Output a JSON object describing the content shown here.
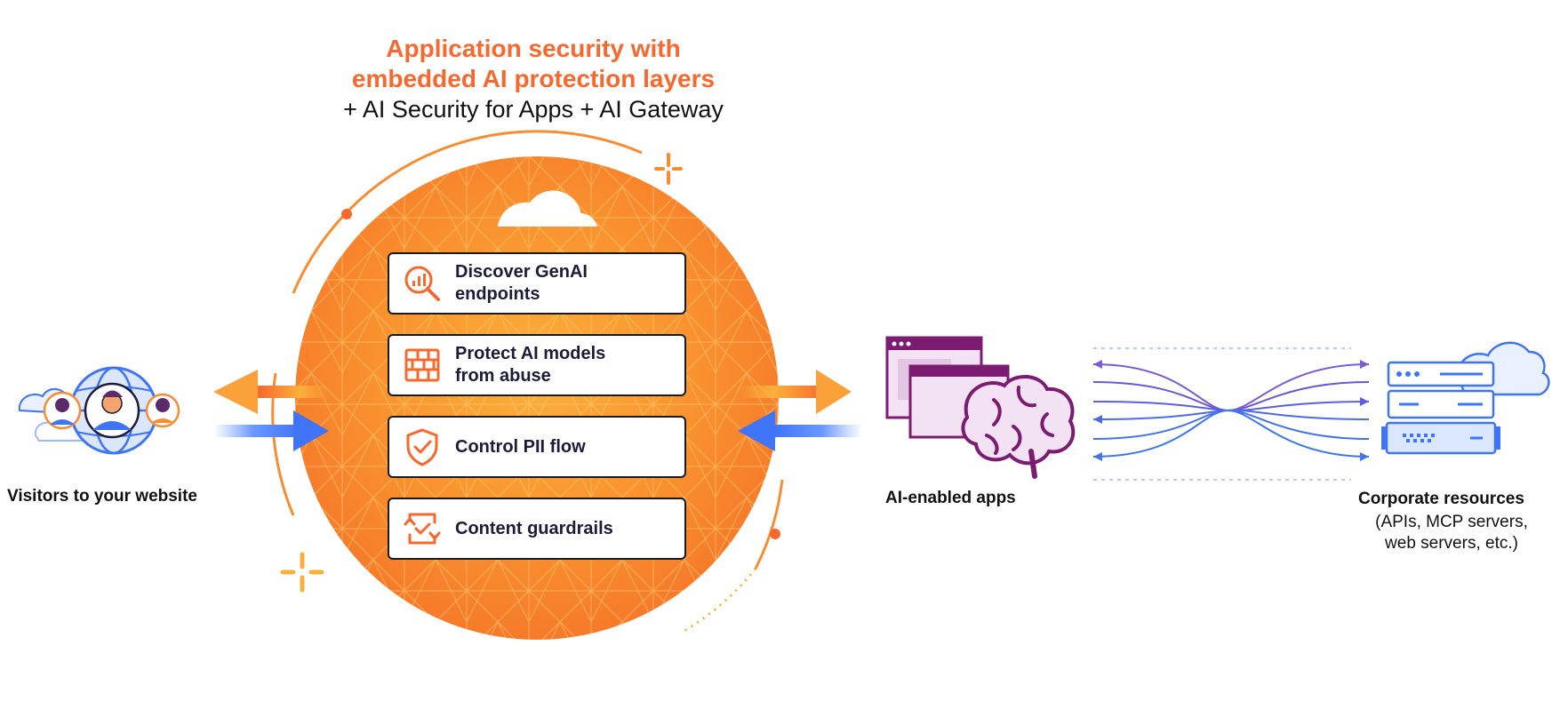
{
  "header": {
    "title_line1": "Application security with",
    "title_line2": "embedded AI protection layers",
    "subtitle": "+ AI Security for Apps + AI Gateway"
  },
  "cards": [
    {
      "label": "Discover GenAI\nendpoints",
      "icon": "magnifier-chart-icon"
    },
    {
      "label": "Protect AI models\nfrom abuse",
      "icon": "brick-wall-icon"
    },
    {
      "label": "Control PII flow",
      "icon": "shield-check-icon"
    },
    {
      "label": "Content guardrails",
      "icon": "refresh-check-icon"
    }
  ],
  "nodes": {
    "visitors": "Visitors to your website",
    "apps": "AI-enabled apps",
    "corporate": "Corporate resources",
    "corporate_sub": "(APIs, MCP servers,\nweb servers, etc.)"
  },
  "colors": {
    "orange": "#f6682e",
    "orange_light": "#fba13a",
    "blue": "#3e74f5",
    "purple": "#7b1c72",
    "navy": "#1c1c3a"
  }
}
